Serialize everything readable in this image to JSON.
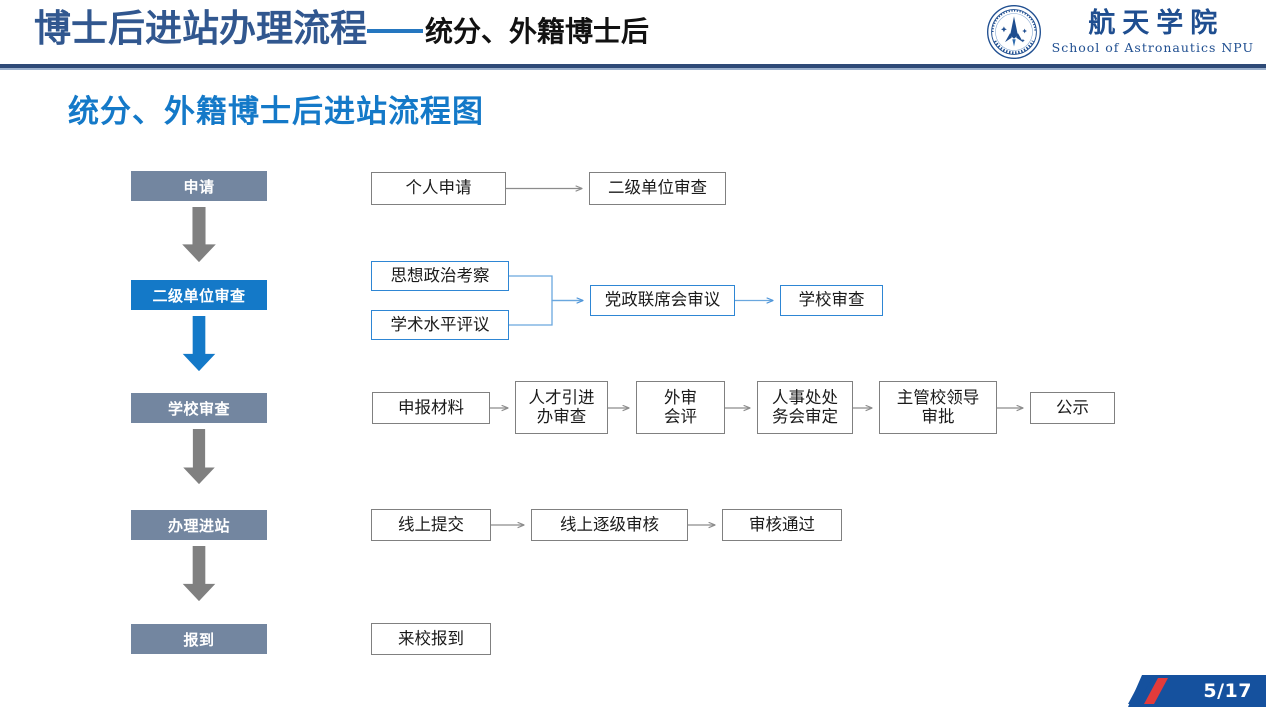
{
  "header": {
    "title_main": "博士后进站办理流程",
    "title_dash": "——",
    "title_sub": "统分、外籍博士后",
    "logo_cn": "航天学院",
    "logo_en": "School of Astronautics NPU",
    "logo_icon": "university-emblem-icon"
  },
  "diagram": {
    "title": "统分、外籍博士后进站流程图",
    "stages": [
      {
        "label": "申请",
        "style": "grey"
      },
      {
        "label": "二级单位审查",
        "style": "accent"
      },
      {
        "label": "学校审查",
        "style": "grey"
      },
      {
        "label": "办理进站",
        "style": "grey"
      },
      {
        "label": "报到",
        "style": "grey"
      }
    ],
    "stage_arrows": [
      {
        "color": "#808080"
      },
      {
        "color": "#1479c8"
      },
      {
        "color": "#808080"
      },
      {
        "color": "#808080"
      }
    ],
    "rows": [
      {
        "name": "application-row",
        "nodes": [
          {
            "label": "个人申请",
            "style": "grey"
          },
          {
            "label": "二级单位审查",
            "style": "grey"
          }
        ]
      },
      {
        "name": "school-unit-review-row",
        "nodes": [
          {
            "label": "思想政治考察",
            "style": "blue"
          },
          {
            "label": "学术水平评议",
            "style": "blue"
          },
          {
            "label": "党政联席会审议",
            "style": "blue"
          },
          {
            "label": "学校审查",
            "style": "blue"
          }
        ]
      },
      {
        "name": "university-review-row",
        "nodes": [
          {
            "label": "申报材料",
            "style": "grey"
          },
          {
            "label": "人才引进\n办审查",
            "style": "grey"
          },
          {
            "label": "外审\n会评",
            "style": "grey"
          },
          {
            "label": "人事处处\n务会审定",
            "style": "grey"
          },
          {
            "label": "主管校领导\n审批",
            "style": "grey"
          },
          {
            "label": "公示",
            "style": "grey"
          }
        ]
      },
      {
        "name": "online-process-row",
        "nodes": [
          {
            "label": "线上提交",
            "style": "grey"
          },
          {
            "label": "线上逐级审核",
            "style": "grey"
          },
          {
            "label": "审核通过",
            "style": "grey"
          }
        ]
      },
      {
        "name": "report-row",
        "nodes": [
          {
            "label": "来校报到",
            "style": "grey"
          }
        ]
      }
    ]
  },
  "footer": {
    "page": "5/17",
    "badge_blue": "#15519e",
    "badge_red": "#e23b3b"
  },
  "colors": {
    "title_blue": "#31578f",
    "accent_blue": "#1479c8",
    "stage_grey": "#7386a0",
    "rule_navy": "#2e4a77",
    "box_border_grey": "#808080",
    "box_border_blue": "#2e86d4"
  }
}
